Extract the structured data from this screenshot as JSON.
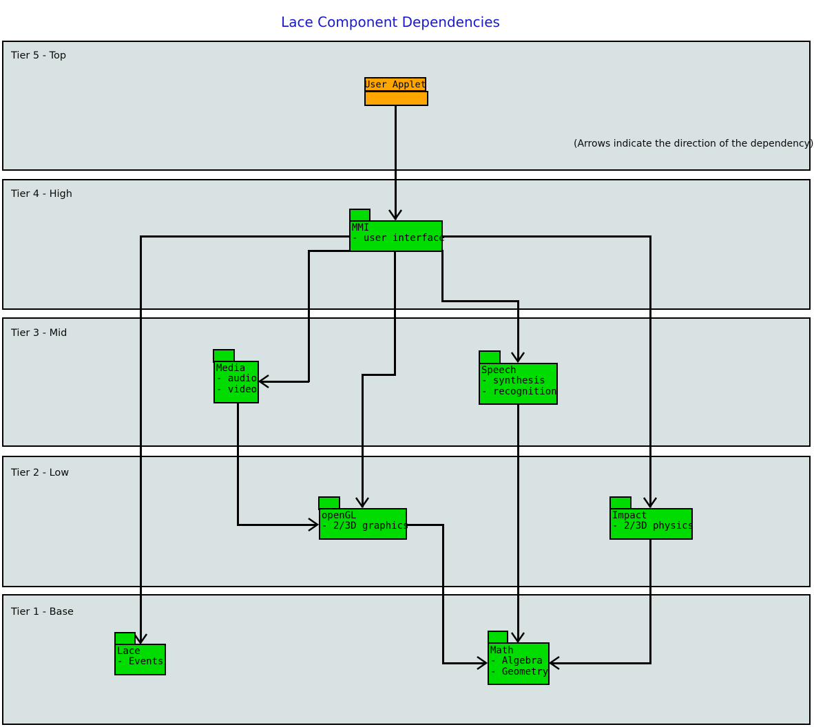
{
  "title": "Lace Component Dependencies",
  "note": "(Arrows indicate the direction of the dependency)",
  "colors": {
    "title_color": "#1a1acd",
    "package_fill": "#00db00",
    "applet_fill": "#ffa500",
    "tier_fill": "#d8e2e2",
    "line_color": "#000000"
  },
  "tiers": [
    {
      "label": "Tier 5 - Top"
    },
    {
      "label": "Tier 4 - High"
    },
    {
      "label": "Tier 3 - Mid"
    },
    {
      "label": "Tier 2 - Low"
    },
    {
      "label": "Tier 1 - Base"
    }
  ],
  "nodes": {
    "user_applet": {
      "label": "User Applet"
    },
    "mmi": {
      "title": "MMI",
      "items": [
        "- user interface"
      ]
    },
    "media": {
      "title": "Media",
      "items": [
        "- audio",
        "- video"
      ]
    },
    "speech": {
      "title": "Speech",
      "items": [
        "- synthesis",
        "- recognition"
      ]
    },
    "opengl": {
      "title": "openGL",
      "items": [
        "- 2/3D graphics"
      ]
    },
    "impact": {
      "title": "Impact",
      "items": [
        "- 2/3D physics"
      ]
    },
    "lace": {
      "title": "Lace",
      "items": [
        "- Events"
      ]
    },
    "math": {
      "title": "Math",
      "items": [
        "- Algebra",
        "- Geometry"
      ]
    }
  }
}
